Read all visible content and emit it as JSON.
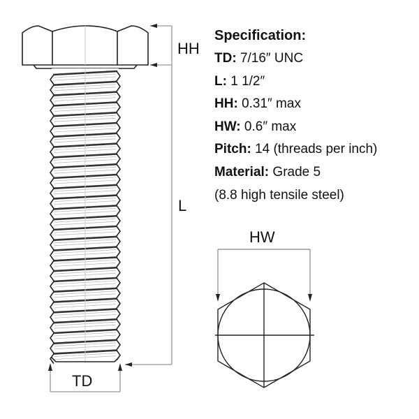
{
  "specification": {
    "title": "Specification:",
    "rows": [
      {
        "key": "TD:",
        "value": "7/16″ UNC"
      },
      {
        "key": "L:",
        "value": " 1 1/2″"
      },
      {
        "key": "HH:",
        "value": "0.31″ max"
      },
      {
        "key": "HW:",
        "value": "0.6″ max"
      },
      {
        "key": "Pitch:",
        "value": "14 (threads per inch)"
      },
      {
        "key": "Material:",
        "value": "Grade 5"
      },
      {
        "key": "",
        "value": "(8.8 high tensile steel)"
      }
    ]
  },
  "dimension_labels": {
    "head_height": "HH",
    "length": "L",
    "thread_diameter": "TD",
    "head_width": "HW"
  },
  "colors": {
    "outline": "#222222",
    "dimension_line": "#a8a8a8",
    "thread_shade": "#c8c8c8",
    "background": "#ffffff"
  }
}
